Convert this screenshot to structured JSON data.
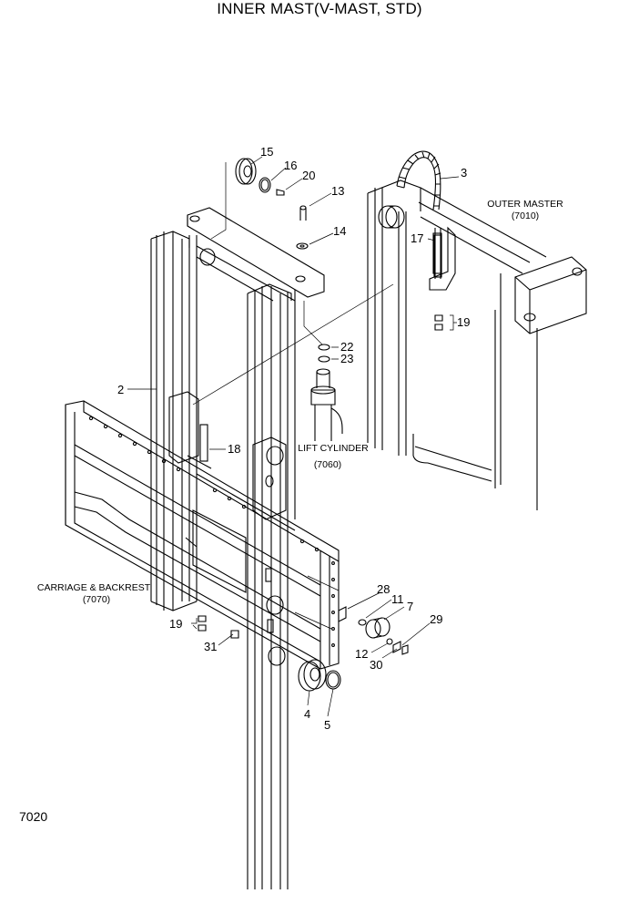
{
  "title": "INNER MAST(V-MAST, STD)",
  "page_code": "7020",
  "callouts": {
    "n15": "15",
    "n16": "16",
    "n20": "20",
    "n13": "13",
    "n14": "14",
    "n3": "3",
    "n17": "17",
    "n19_top": "19",
    "n22": "22",
    "n23": "23",
    "n2": "2",
    "n18": "18",
    "n28": "28",
    "n11": "11",
    "n7": "7",
    "n29": "29",
    "n12": "12",
    "n30": "30",
    "n19_bottom": "19",
    "n31": "31",
    "n4": "4",
    "n5": "5"
  },
  "references": {
    "outer_master": "OUTER MASTER",
    "outer_master_code": "(7010)",
    "lift_cylinder": "LIFT CYLINDER",
    "lift_cylinder_code": "(7060)",
    "carriage_backrest": "CARRIAGE & BACKREST",
    "carriage_backrest_code": "(7070)"
  }
}
